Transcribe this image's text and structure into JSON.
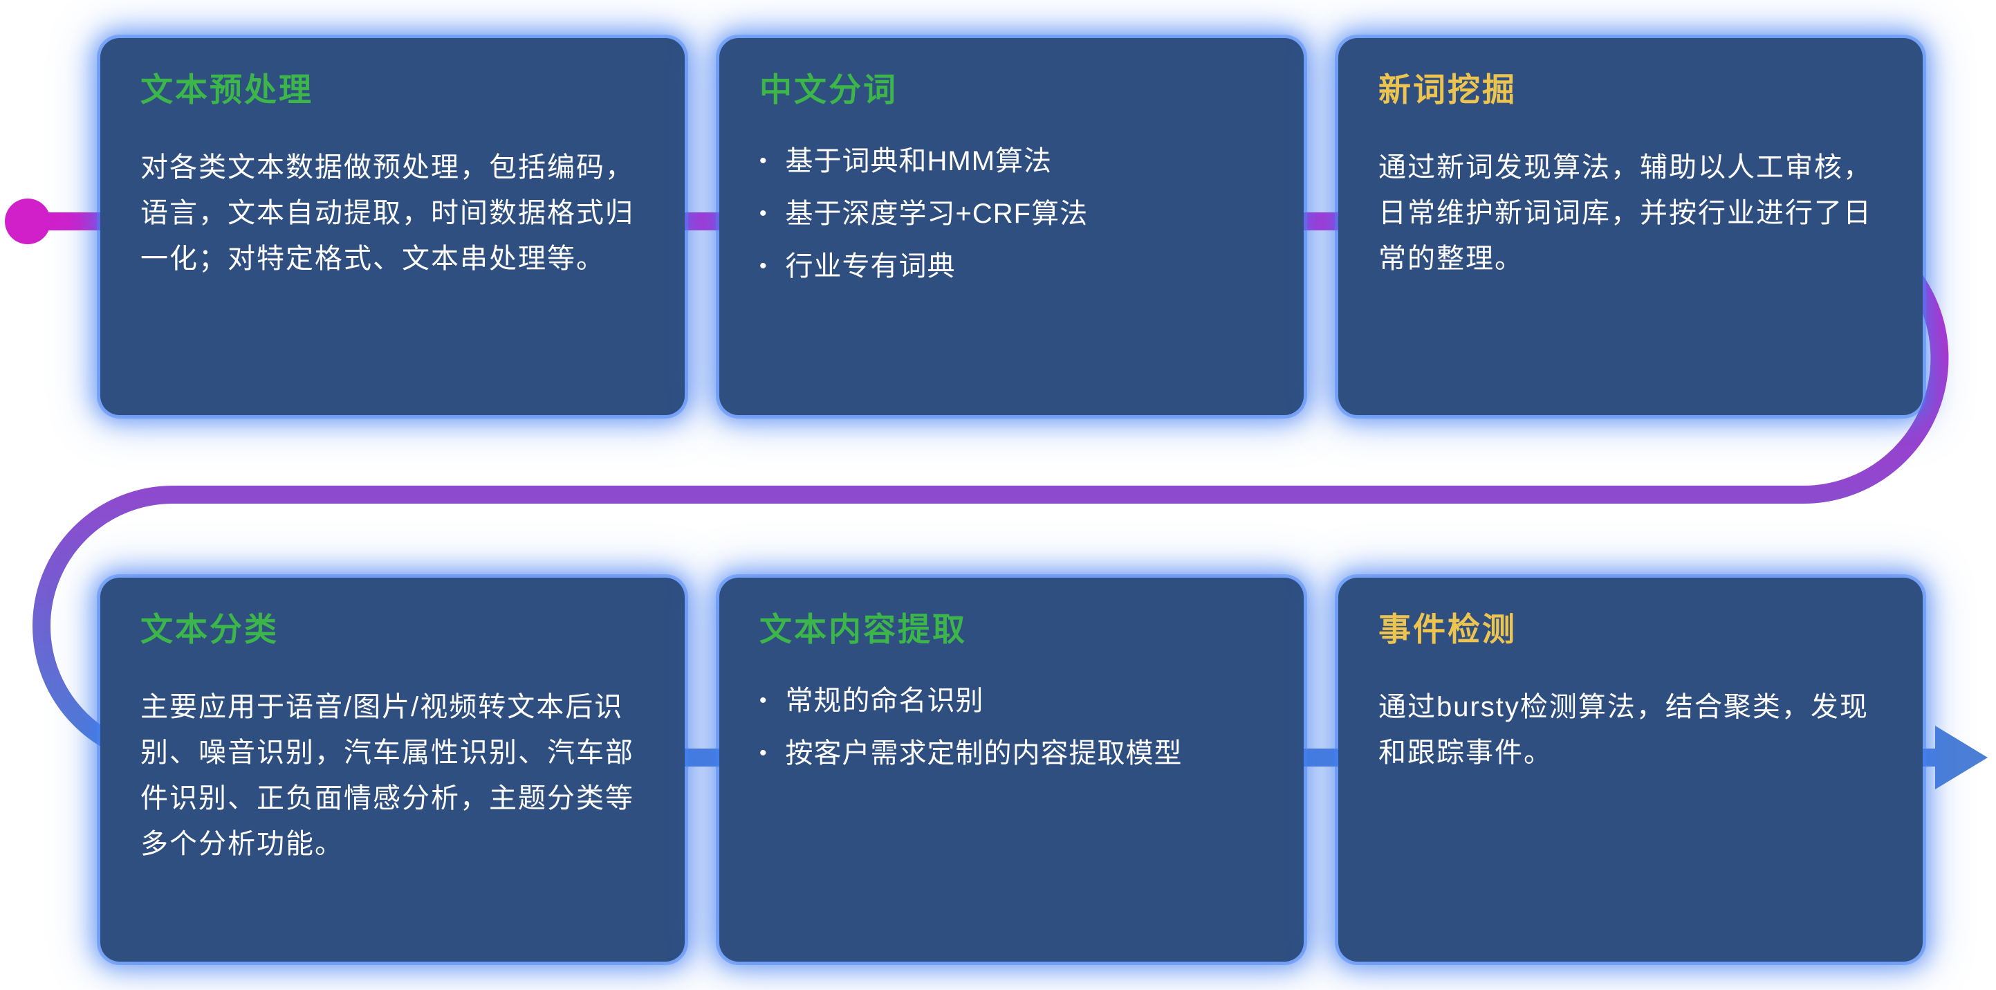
{
  "colors": {
    "background": "#ffffff",
    "card_bg": "#2f4f81",
    "card_glow": "#3e7bf2",
    "title_green": "#3cb54a",
    "title_yellow": "#ecc44f",
    "body_text": "#ffffff",
    "flow_start": "#d11fca",
    "flow_mid": "#8f49ce",
    "flow_end": "#4c7fd6"
  },
  "ui": {
    "bullet": "•"
  },
  "cards": [
    {
      "title": "文本预处理",
      "title_color": "green",
      "body": "对各类文本数据做预处理，包括编码，语言，文本自动提取，时间数据格式归一化；对特定格式、文本串处理等。"
    },
    {
      "title": "中文分词",
      "title_color": "green",
      "bullets": [
        "基于词典和HMM算法",
        "基于深度学习+CRF算法",
        "行业专有词典"
      ]
    },
    {
      "title": "新词挖掘",
      "title_color": "yellow",
      "body": "通过新词发现算法，辅助以人工审核，日常维护新词词库，并按行业进行了日常的整理。"
    },
    {
      "title": "文本分类",
      "title_color": "green",
      "body": "主要应用于语音/图片/视频转文本后识别、噪音识别，汽车属性识别、汽车部件识别、正负面情感分析，主题分类等多个分析功能。"
    },
    {
      "title": "文本内容提取",
      "title_color": "green",
      "bullets": [
        "常规的命名识别",
        "按客户需求定制的内容提取模型"
      ]
    },
    {
      "title": "事件检测",
      "title_color": "yellow",
      "body": "通过bursty检测算法，结合聚类，发现和跟踪事件。"
    }
  ]
}
